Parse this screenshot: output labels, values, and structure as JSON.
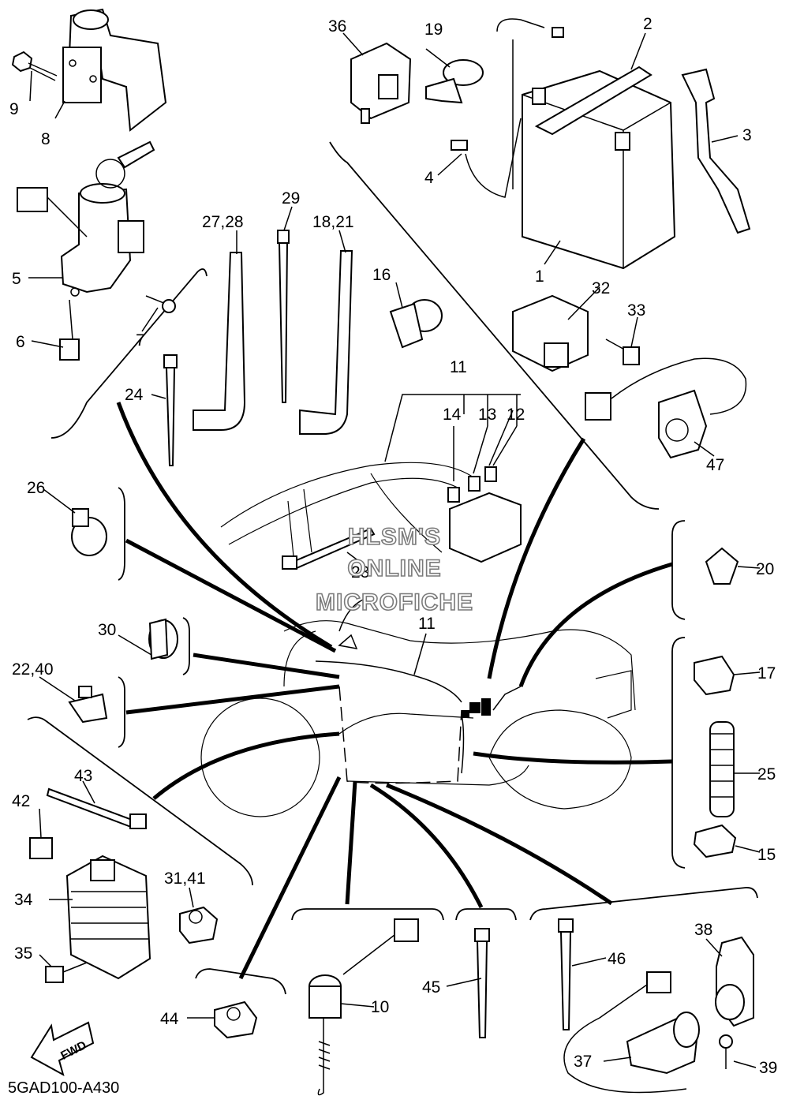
{
  "diagram": {
    "code": "5GAD100-A430",
    "watermark": [
      "HLSM'S",
      "ONLINE",
      "MICROFICHE"
    ],
    "fwd_label": "FWD"
  },
  "callouts": {
    "p1": "1",
    "p2": "2",
    "p3": "3",
    "p4": "4",
    "p5": "5",
    "p6": "6",
    "p7": "7",
    "p8": "8",
    "p9": "9",
    "p10": "10",
    "p11a": "11",
    "p11b": "11",
    "p12": "12",
    "p13": "13",
    "p14": "14",
    "p15": "15",
    "p16": "16",
    "p17": "17",
    "p18_21": "18,21",
    "p19": "19",
    "p20": "20",
    "p22_40": "22,40",
    "p23": "23",
    "p24": "24",
    "p25": "25",
    "p26": "26",
    "p27_28": "27,28",
    "p29": "29",
    "p30": "30",
    "p31_41": "31,41",
    "p32": "32",
    "p33": "33",
    "p34": "34",
    "p35": "35",
    "p36": "36",
    "p37": "37",
    "p38": "38",
    "p39": "39",
    "p42": "42",
    "p43": "43",
    "p44": "44",
    "p45": "45",
    "p46": "46",
    "p47": "47"
  }
}
